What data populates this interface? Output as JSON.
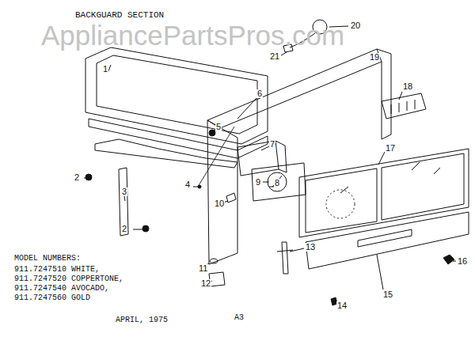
{
  "diagram": {
    "title": "BACKGUARD SECTION",
    "labels": [
      "AppliancePartsPros.com",
      "20",
      "21",
      "19",
      "1",
      "18",
      "6",
      "5",
      "2",
      "7",
      "4",
      "3",
      "9",
      "8",
      "17",
      "2",
      "10",
      "11",
      "16",
      "12",
      "13",
      "15",
      "14",
      "MODEL NUMBERS:",
      "911.7247510 WHITE,",
      "911.7247520 COPPERTONE,",
      "911.7247540 AVOCADO,",
      "911.7247560 GOLD",
      "APRIL, 1975",
      "A3"
    ]
  }
}
